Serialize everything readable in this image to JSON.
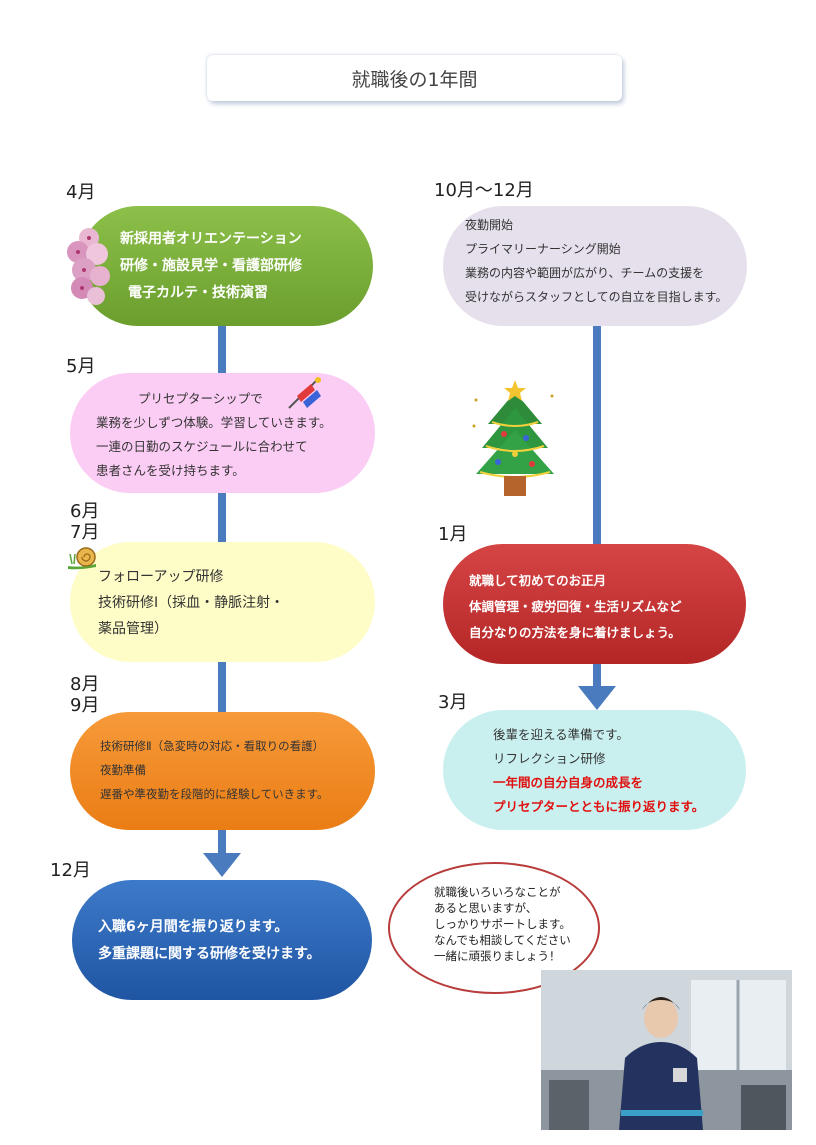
{
  "title": "就職後の1年間",
  "left": {
    "apr": {
      "month": "4月",
      "lines": [
        "新採用者オリエンテーション",
        "研修・施設見学・看護部研修",
        "電子カルテ・技術演習"
      ]
    },
    "may": {
      "month": "5月",
      "lines": [
        "プリセプターシップで",
        "業務を少しずつ体験。学習していきます。",
        "一連の日勤のスケジュールに合わせて",
        "患者さんを受け持ちます。"
      ]
    },
    "jun": {
      "month1": "6月",
      "month2": "7月",
      "lines": [
        "フォローアップ研修",
        "技術研修Ⅰ（採血・静脈注射・",
        "薬品管理）"
      ]
    },
    "aug": {
      "month1": "8月",
      "month2": "9月",
      "lines": [
        "技術研修Ⅱ（急変時の対応・看取りの看護）",
        "夜勤準備",
        "遅番や準夜勤を段階的に経験していきます。"
      ]
    },
    "dec": {
      "month": "12月",
      "lines": [
        "入職6ヶ月間を振り返ります。",
        "多重課題に関する研修を受けます。"
      ]
    }
  },
  "right": {
    "oct": {
      "month": "10月～12月",
      "lines": [
        "夜勤開始",
        "プライマリーナーシング開始",
        "業務の内容や範囲が広がり、チームの支援を",
        "受けながらスタッフとしての自立を目指します。"
      ]
    },
    "jan": {
      "month": "1月",
      "lines": [
        "就職して初めてのお正月",
        "体調管理・疲労回復・生活リズムなど",
        "自分なりの方法を身に着けましょう。"
      ]
    },
    "mar": {
      "month": "3月",
      "lines": [
        "後輩を迎える準備です。",
        "リフレクション研修"
      ],
      "red_lines": [
        "一年間の自分自身の成長を",
        "プリセプターとともに振り返ります。"
      ]
    }
  },
  "bubble": {
    "lines": [
      "就職後いろいろなことが",
      "あると思いますが、",
      "しっかりサポートします。",
      "なんでも相談してください",
      "一緒に頑張りましょう！"
    ]
  },
  "colors": {
    "connector": "#4a7bbf",
    "apr": "#7aaf3a",
    "may": "#fbcdf4",
    "jun": "#fffdc7",
    "aug": "#f08a25",
    "dec": "#2b64b3",
    "oct": "#e6e0ec",
    "jan": "#c43434",
    "mar": "#c9f0ef",
    "highlight": "#e01010"
  },
  "icons": [
    "cherry-blossom-icon",
    "koinobori-icon",
    "snail-icon",
    "christmas-tree-icon",
    "staff-photo"
  ]
}
